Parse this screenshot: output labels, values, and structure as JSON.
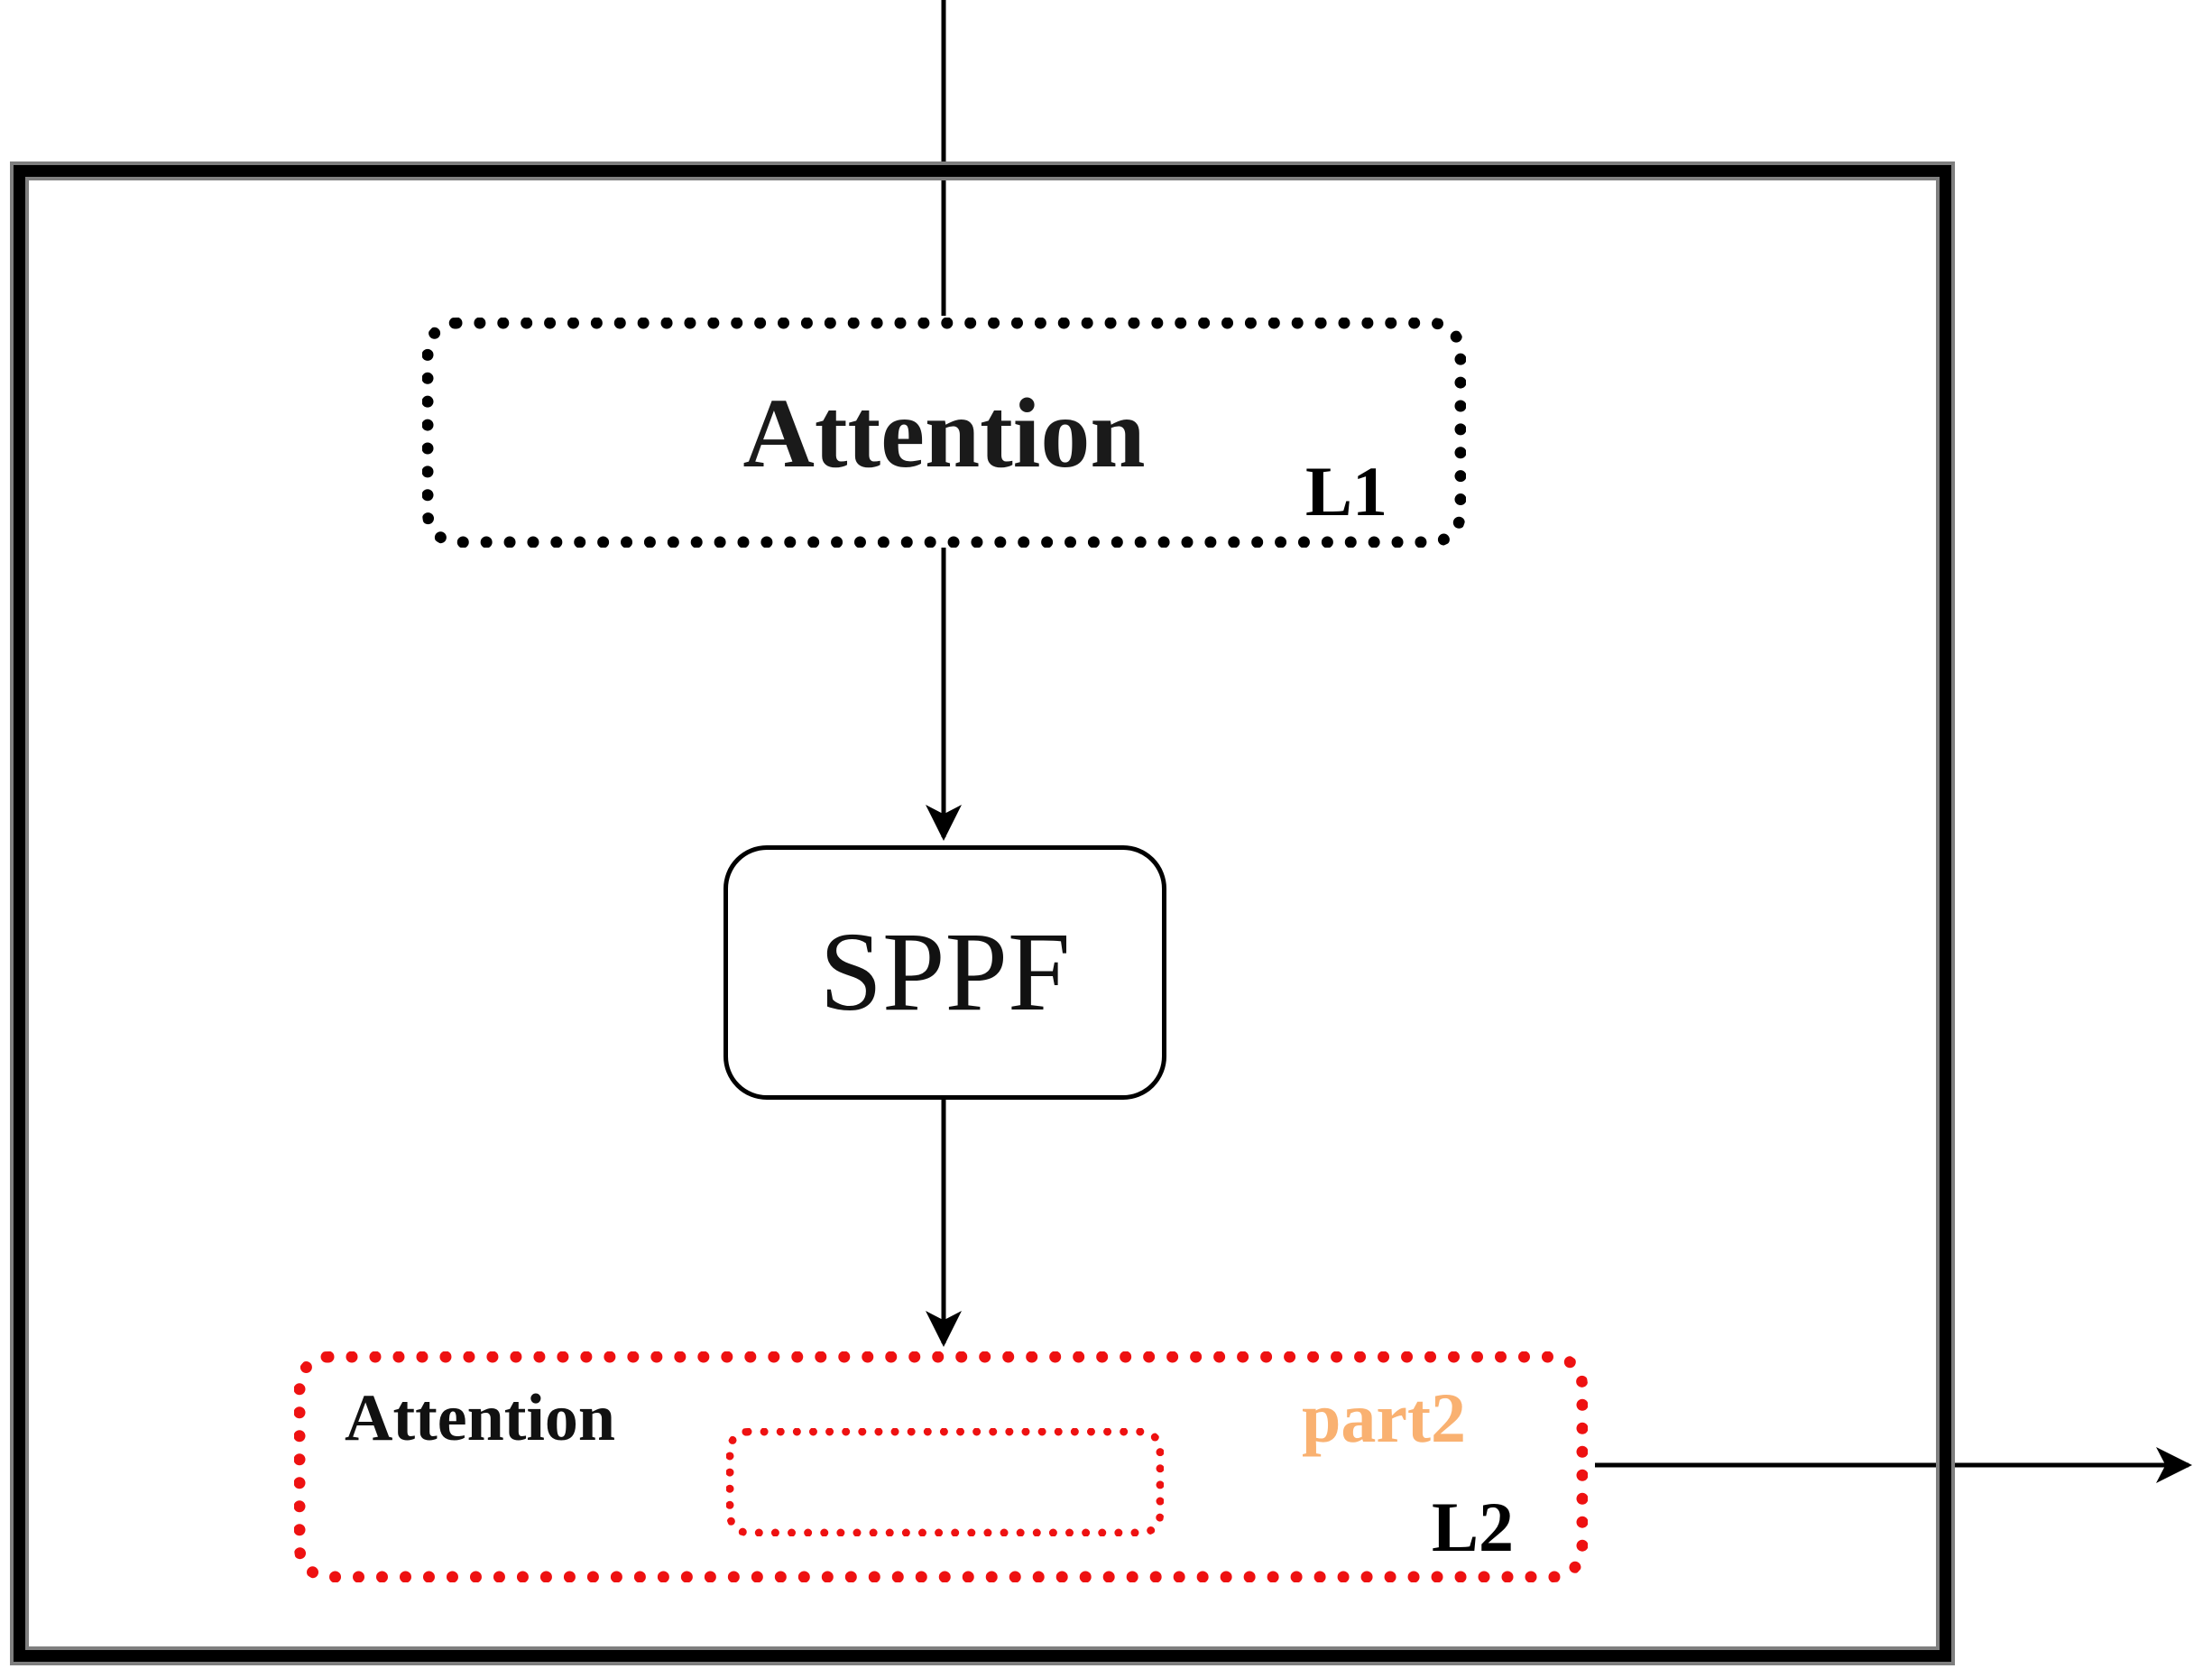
{
  "nodes": {
    "l1": {
      "label": "Attention",
      "tag": "L1"
    },
    "sppf": {
      "label": "SPPF"
    },
    "l2": {
      "label": "Attention",
      "part_label": "part2",
      "tag": "L2"
    }
  },
  "arrows": [
    {
      "name": "input-arrow",
      "from": "top-edge",
      "to": "l1-attention-box",
      "head": false
    },
    {
      "name": "l1-to-sppf-arrow",
      "from": "l1-attention-box",
      "to": "sppf-box",
      "head": true
    },
    {
      "name": "sppf-to-l2-arrow",
      "from": "sppf-box",
      "to": "l2-attention-box",
      "head": true
    },
    {
      "name": "output-arrow",
      "from": "l2-attention-box",
      "to": "right-edge",
      "head": true
    }
  ],
  "colors": {
    "frame_black": "#000000",
    "frame_gray": "#7f7f7f",
    "accent_red": "#ee1111",
    "accent_orange": "#f9b171"
  }
}
